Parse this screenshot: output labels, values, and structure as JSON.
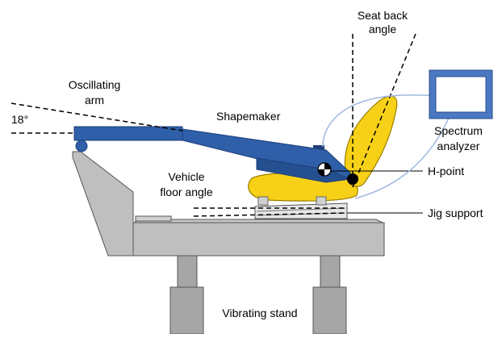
{
  "labels": {
    "seat_back_angle": [
      "Seat back",
      "angle"
    ],
    "oscillating_arm": [
      "Oscillating",
      "arm"
    ],
    "arm_angle": "18°",
    "shapemaker": "Shapemaker",
    "spectrum_analyzer": [
      "Spectrum",
      "analyzer"
    ],
    "vehicle_floor_angle": [
      "Vehicle",
      "floor angle"
    ],
    "h_point": "H-point",
    "jig_support": "Jig support",
    "vibrating_stand": "Vibrating stand"
  },
  "colors": {
    "arm_blue": "#2e5fa8",
    "arm_blue_dark": "#1f3f7a",
    "seat_yellow": "#f7d117",
    "seat_outline": "#9a7d00",
    "stand_gray": "#bfbfbf",
    "leg_gray": "#a6a6a6",
    "cable_blue": "#9fb8e0",
    "monitor_blue": "#4a78c2"
  },
  "icons": {
    "monitor": "monitor-icon",
    "h_point_marker": "target-icon"
  }
}
